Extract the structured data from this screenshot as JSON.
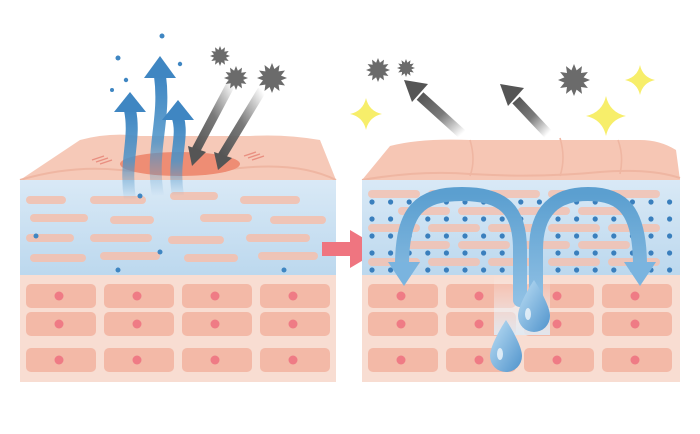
{
  "diagram": {
    "left_panel": {
      "name": "damaged-skin-barrier",
      "moisture_escaping_arrows": 3,
      "irritant_particles_entering": 3
    },
    "right_panel": {
      "name": "healthy-skin-barrier",
      "moisture_retained_arrows": 2,
      "irritant_particles_deflected": 3,
      "water_droplets": 2,
      "sparkles": 3
    },
    "transition_arrow": "right-arrow"
  },
  "colors": {
    "skin_surface": "#f6c6b4",
    "skin_layer": "#f8d9cc",
    "cell": "#f3b9a7",
    "nucleus": "#ef7b85",
    "moisture_layer": "#c6dff1",
    "moisture_arrow": "#4c93c8",
    "droplet": "#6fa9d8",
    "irritant": "#6b6b6b",
    "sparkle": "#f7ee6a",
    "transition_arrow": "#ef7580",
    "damage": "#ee8d74"
  },
  "icons": [
    "irritant-particle-icon",
    "sparkle-icon",
    "water-droplet-icon",
    "moisture-arrow-icon",
    "right-arrow-icon"
  ]
}
